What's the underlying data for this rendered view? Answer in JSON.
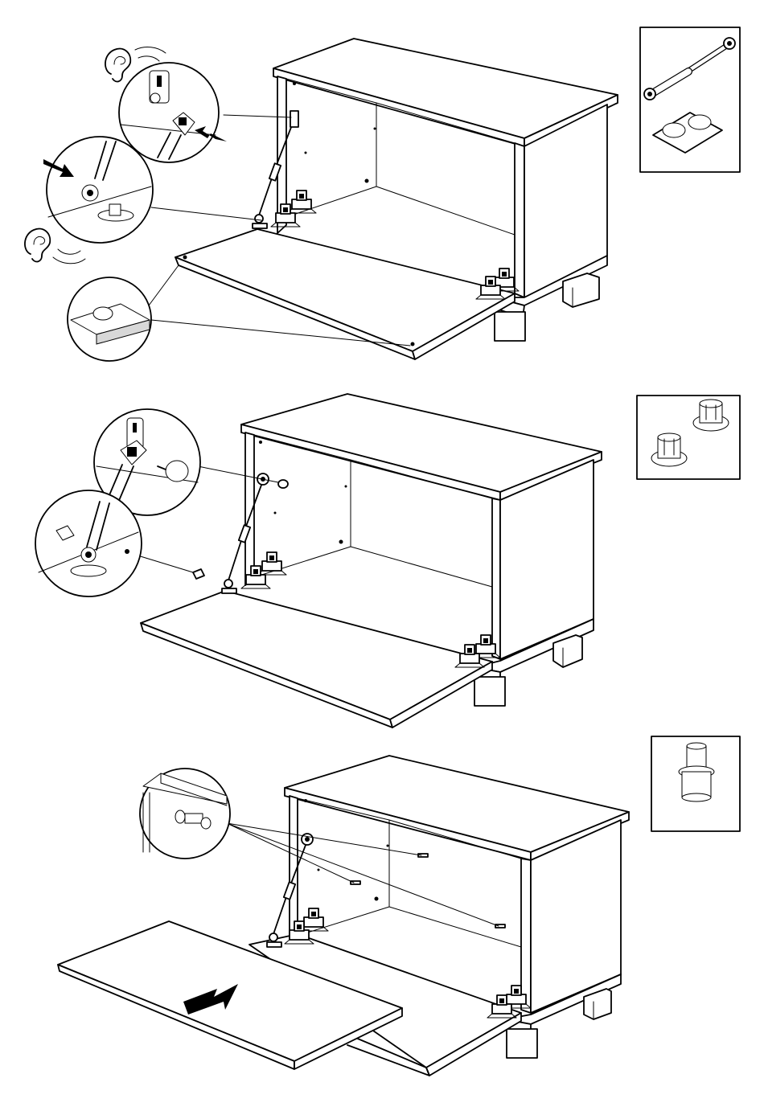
{
  "document": {
    "type": "assembly-instruction-sheet",
    "panels": [
      {
        "name": "step-1",
        "parts_box": [
          "gas-spring-strut",
          "screw-cover-caps"
        ],
        "callouts": [
          "listen-click-top",
          "listen-click-bottom"
        ]
      },
      {
        "name": "step-2",
        "parts_box": [
          "plastic-plug-inserts"
        ],
        "callouts": [
          "strut-pin-detail",
          "plug-insert-detail"
        ]
      },
      {
        "name": "step-3",
        "parts_box": [
          "wooden-dowel"
        ],
        "callouts": [
          "dowel-insert-detail"
        ]
      }
    ],
    "colors": {
      "ink": "#000000",
      "paper": "#ffffff",
      "shade": "#d8d8d8"
    }
  }
}
